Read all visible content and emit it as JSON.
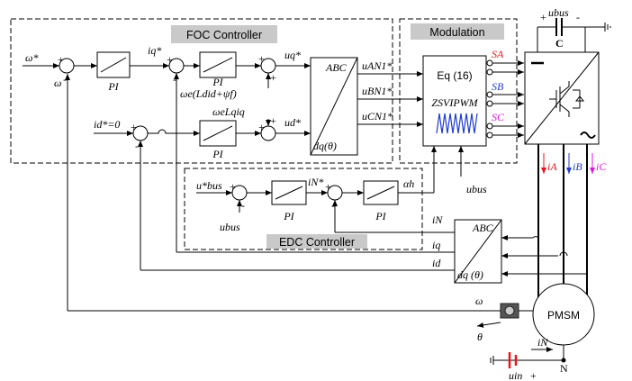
{
  "blocks": {
    "foc_title": "FOC Controller",
    "modulation_title": "Modulation",
    "edc_title": "EDC Controller",
    "pi": "PI",
    "eq": "Eq (16)",
    "zsvipwm": "ZSVIPWM",
    "abc": "ABC",
    "dq_theta": "dq(θ)",
    "dq_theta_sp": "dq (θ)",
    "pmsm": "PMSM",
    "cap": "C",
    "node_n": "N"
  },
  "signals": {
    "omega_ref": "ω*",
    "omega": "ω",
    "theta": "θ",
    "iq_ref": "iq*",
    "id_ref": "id*=0",
    "uq_ref": "uq*",
    "ud_ref": "ud*",
    "ff_q": "ωe(Ldid+ψf)",
    "ff_d": "ωeLqiq",
    "ua": "uAN1*",
    "ub": "uBN1*",
    "uc": "uCN1*",
    "sa": "SA",
    "sb": "SB",
    "sc": "SC",
    "ia": "iA",
    "ib": "iB",
    "ic": "iC",
    "ubus_ref": "u*bus",
    "ubus": "ubus",
    "in_ref": "iN*",
    "alpha": "αh",
    "in": "iN",
    "iq": "iq",
    "id": "id",
    "uin": "uin",
    "plus": "+",
    "minus": "-"
  },
  "colors": {
    "sa": "#e8131b",
    "sb": "#1f3bd1",
    "sc": "#e016e0",
    "ia": "#e8131b",
    "ib": "#1f3bd1",
    "ic": "#e016e0",
    "modulation_header": "#c9c9c9",
    "sawtooth": "#1f3bd1",
    "battery": "#e8131b"
  }
}
